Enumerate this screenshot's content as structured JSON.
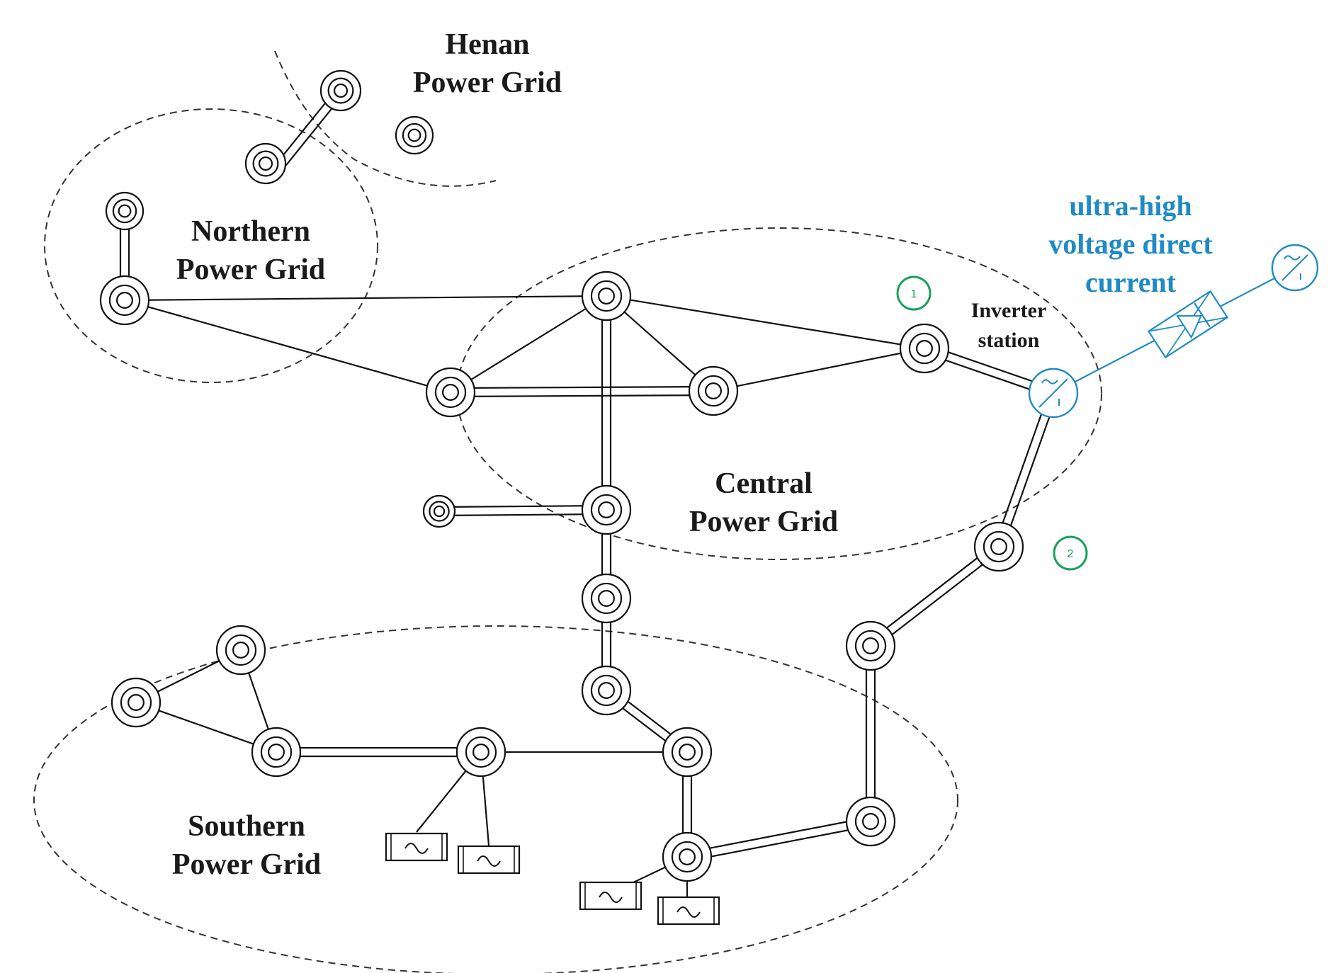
{
  "regions": {
    "henan": [
      "Henan",
      "Power Grid"
    ],
    "northern": [
      "Northern",
      "Power Grid"
    ],
    "central": [
      "Central",
      "Power Grid"
    ],
    "southern": [
      "Southern",
      "Power Grid"
    ]
  },
  "uhvdc": {
    "label": [
      "ultra-high",
      "voltage direct",
      "current"
    ],
    "color": "#1f8ac4"
  },
  "inverter_station": [
    "Inverter",
    "station"
  ],
  "markers": [
    {
      "id": "1",
      "color": "#1aa05a"
    },
    {
      "id": "2",
      "color": "#1aa05a"
    }
  ],
  "icons": {
    "substation": "substation-icon",
    "generator": "generator-icon",
    "converter": "converter-station-icon",
    "rectifier": "rectifier-icon"
  }
}
